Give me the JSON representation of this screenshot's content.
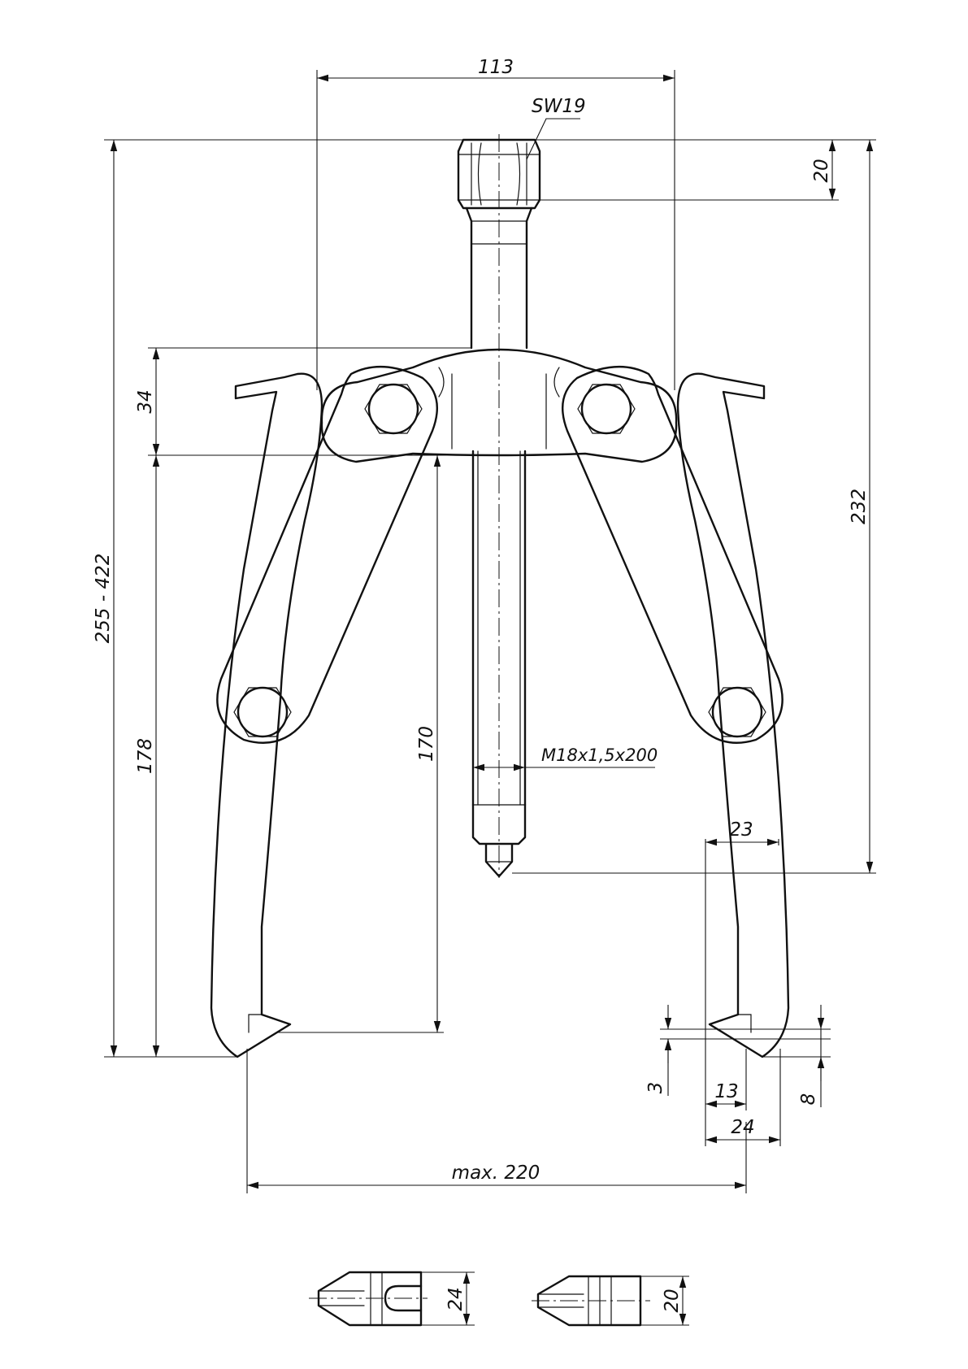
{
  "drawing": {
    "line_color": "#111111",
    "background": "#ffffff",
    "dimensions": {
      "top_width": "113",
      "nut_size": "SW19",
      "nut_height": "20",
      "overall_height": "255 - 422",
      "bridge_height": "34",
      "spindle_travel": "232",
      "jaw_length": "178",
      "reach": "170",
      "thread": "M18x1,5x200",
      "jaw_offset": "23",
      "hook_gap": "3",
      "hook_depth": "13",
      "hook_width": "24",
      "hook_thickness": "8",
      "max_span": "max. 220",
      "jaw_a_width": "24",
      "jaw_b_width": "20"
    }
  }
}
